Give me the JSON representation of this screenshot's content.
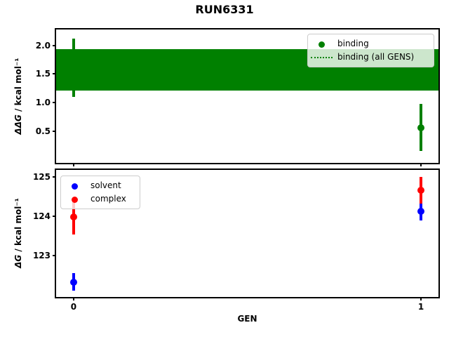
{
  "title": "RUN6331",
  "xlabel": "GEN",
  "chart_data": [
    {
      "type": "scatter",
      "subplot": "top",
      "ylabel_prefix": "ΔΔG",
      "ylabel_suffix": " / kcal mol⁻¹",
      "ylabel": "ΔΔG / kcal mol⁻¹",
      "xlabel": "",
      "grid": false,
      "ylim": [
        -0.06,
        2.28
      ],
      "xlim": [
        -0.0505,
        1.0505
      ],
      "yticks": [
        "0.5",
        "1.0",
        "1.5",
        "2.0"
      ],
      "ytick_values": [
        0.5,
        1.0,
        1.5,
        2.0
      ],
      "xticks": [],
      "xtick_values": [
        0,
        1
      ],
      "series": [
        {
          "name": "binding",
          "color": "#008000",
          "marker": "dot",
          "points": [
            {
              "x": 0,
              "y": 1.61,
              "yerr": 0.51
            },
            {
              "x": 1,
              "y": 0.56,
              "yerr": 0.41
            }
          ]
        }
      ],
      "band": {
        "name": "binding (all GENS)",
        "color": "#008000",
        "lo": 1.21,
        "hi": 1.93,
        "center": 1.57,
        "center_line_style": "dotted"
      },
      "legend": {
        "position": "upper-right",
        "entries": [
          {
            "label": "binding",
            "marker": "dot",
            "color": "#008000"
          },
          {
            "label": "binding (all GENS)",
            "marker": "dotted-line",
            "color": "#008000"
          }
        ]
      }
    },
    {
      "type": "scatter",
      "subplot": "bottom",
      "ylabel_prefix": "ΔG",
      "ylabel_suffix": " / kcal mol⁻¹",
      "ylabel": "ΔG / kcal mol⁻¹",
      "xlabel": "GEN",
      "grid": false,
      "ylim": [
        121.96,
        125.17
      ],
      "xlim": [
        -0.0505,
        1.0505
      ],
      "yticks": [
        "123",
        "124",
        "125"
      ],
      "ytick_values": [
        123,
        124,
        125
      ],
      "xticks": [
        "0",
        "1"
      ],
      "xtick_values": [
        0,
        1
      ],
      "series": [
        {
          "name": "solvent",
          "color": "#0000ff",
          "marker": "dot",
          "points": [
            {
              "x": 0,
              "y": 122.34,
              "yerr": 0.22
            },
            {
              "x": 1,
              "y": 124.12,
              "yerr": 0.22
            }
          ]
        },
        {
          "name": "complex",
          "color": "#ff0000",
          "marker": "dot",
          "points": [
            {
              "x": 0,
              "y": 123.98,
              "yerr": 0.45
            },
            {
              "x": 1,
              "y": 124.66,
              "yerr": 0.34
            }
          ]
        }
      ],
      "legend": {
        "position": "upper-left",
        "entries": [
          {
            "label": "solvent",
            "marker": "dot",
            "color": "#0000ff"
          },
          {
            "label": "complex",
            "marker": "dot",
            "color": "#ff0000"
          }
        ]
      }
    }
  ]
}
